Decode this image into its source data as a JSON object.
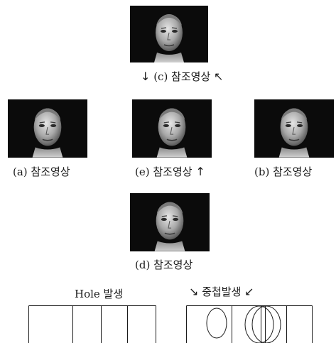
{
  "figure": {
    "captions": {
      "c": "(c) 참조영상",
      "a": "(a) 참조영상",
      "e": "(e) 참조영상",
      "b": "(b) 참조영상",
      "d": "(d) 참조영상"
    },
    "arrows": {
      "c_left": "↓",
      "c_right": "↖",
      "e_right": "↑",
      "overlap_left": "↘",
      "overlap_right": "↙"
    },
    "bottom": {
      "hole_label": "Hole 발생",
      "overlap_label": "중첩발생"
    }
  }
}
